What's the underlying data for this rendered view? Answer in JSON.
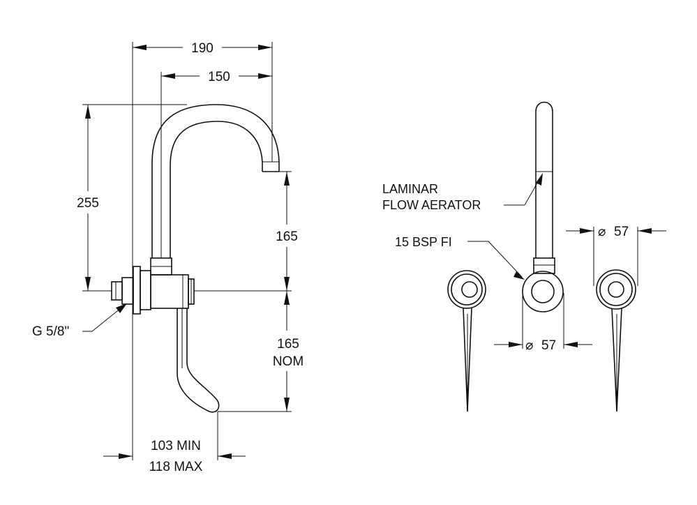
{
  "dimensions": {
    "overall_reach": "190",
    "spout_reach": "150",
    "spout_height": "255",
    "outlet_height": "165",
    "lever_drop_value": "165",
    "lever_drop_suffix": "NOM",
    "wall_clearance_min": "103 MIN",
    "wall_clearance_max": "118 MAX",
    "thread": "G 5/8\"",
    "diameter_flange_right": "57",
    "diameter_flange_center": "57"
  },
  "labels": {
    "aerator_line1": "LAMINAR",
    "aerator_line2": "FLOW AERATOR",
    "inlet": "15 BSP FI"
  },
  "symbols": {
    "diameter": "⌀"
  }
}
